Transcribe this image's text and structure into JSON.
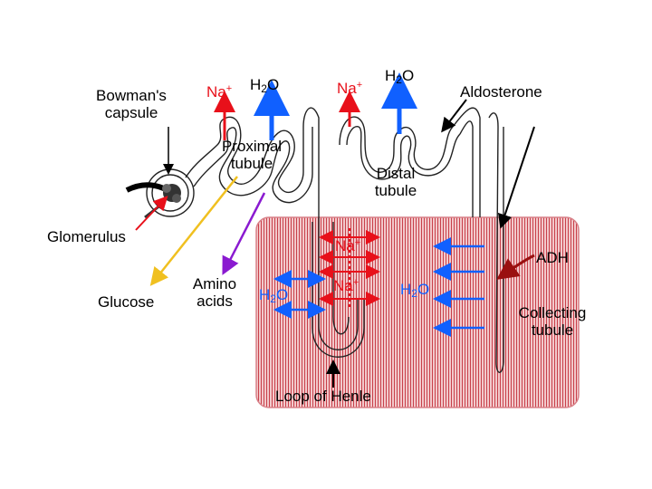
{
  "labels": {
    "bowmans_capsule": "Bowman's\ncapsule",
    "glomerulus": "Glomerulus",
    "proximal_tubule": "Proximal\ntubule",
    "distal_tubule": "Distal\ntubule",
    "aldosterone": "Aldosterone",
    "glucose": "Glucose",
    "amino_acids": "Amino\nacids",
    "loop_of_henle": "Loop of Henle",
    "adh": "ADH",
    "collecting_tubule": "Collecting\ntubule"
  },
  "ions": {
    "na": "Na",
    "plus": "+",
    "h2o_h": "H",
    "h2o_2": "2",
    "h2o_o": "O"
  },
  "colors": {
    "red": "#e8101a",
    "blue": "#1060ff",
    "yellow": "#f0c020",
    "purple": "#8a1ad0",
    "medulla_hatch": "#d87a80",
    "dark_red": "#9a1010"
  }
}
